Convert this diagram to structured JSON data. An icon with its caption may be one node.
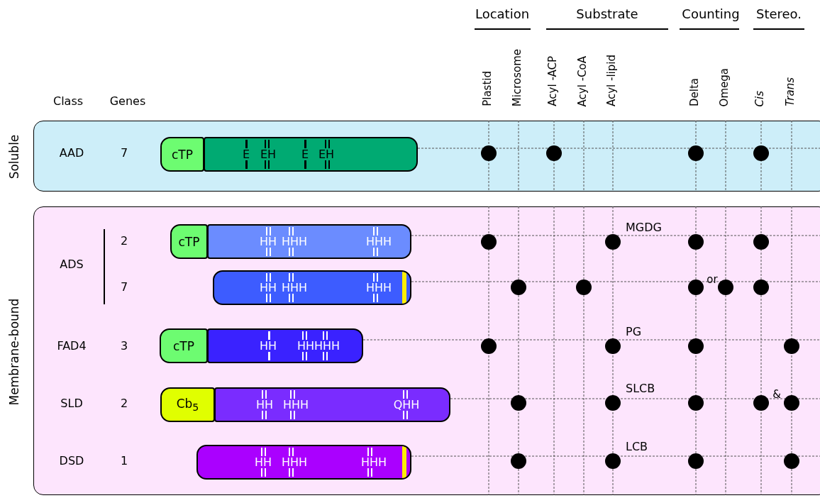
{
  "diagram": {
    "nodes": [
      {
        "text": [
          "Soluble"
        ]
      },
      {
        "text": [
          "cTP"
        ],
        "in": 0
      },
      {
        "text": [
          "E",
          "EH",
          "E",
          "EH"
        ],
        "in": 0
      },
      {
        "text": [],
        "shape": "circle",
        "in": 0
      },
      {
        "text": [],
        "shape": "circle",
        "in": 0
      },
      {
        "text": [],
        "shape": "circle",
        "in": 0
      },
      {
        "text": [],
        "shape": "circle",
        "in": 0
      },
      {
        "text": [
          "Membrane-bound"
        ]
      },
      {
        "text": [
          "cTP"
        ],
        "in": 7
      },
      {
        "text": [
          "HH",
          "HHH",
          "HHH"
        ],
        "in": 7
      },
      {
        "text": [],
        "shape": "circle",
        "in": 7
      },
      {
        "text": [],
        "shape": "circle",
        "in": 7,
        "beside": [
          "MGDG"
        ]
      },
      {
        "text": [],
        "shape": "circle",
        "in": 7
      },
      {
        "text": [],
        "shape": "circle",
        "in": 7
      },
      {
        "text": [
          "HH",
          "HHH",
          "HHH"
        ],
        "in": 7
      },
      {
        "text": [],
        "shape": "circle",
        "in": 7
      },
      {
        "text": [],
        "shape": "circle",
        "in": 7
      },
      {
        "text": [],
        "shape": "circle",
        "in": 7
      },
      {
        "text": [],
        "shape": "circle",
        "in": 7
      },
      {
        "text": [],
        "shape": "circle",
        "in": 7
      },
      {
        "text": [
          "cTP"
        ],
        "in": 7
      },
      {
        "text": [
          "HH",
          "HHHHH"
        ],
        "in": 7
      },
      {
        "text": [],
        "shape": "circle",
        "in": 7
      },
      {
        "text": [],
        "shape": "circle",
        "in": 7,
        "beside": [
          "PG"
        ]
      },
      {
        "text": [],
        "shape": "circle",
        "in": 7
      },
      {
        "text": [],
        "shape": "circle",
        "in": 7
      },
      {
        "text": [
          "Cb$_{5}$"
        ],
        "in": 7
      },
      {
        "text": [
          "HH",
          "HHH",
          "QHH"
        ],
        "in": 7
      },
      {
        "text": [],
        "shape": "circle",
        "in": 7
      },
      {
        "text": [],
        "shape": "circle",
        "in": 7,
        "beside": [
          "SLCB"
        ]
      },
      {
        "text": [],
        "shape": "circle",
        "in": 7
      },
      {
        "text": [],
        "shape": "circle",
        "in": 7
      },
      {
        "text": [],
        "shape": "circle",
        "in": 7
      },
      {
        "text": [
          "HH",
          "HHH",
          "HHH"
        ],
        "in": 7
      },
      {
        "text": [],
        "shape": "circle",
        "in": 7
      },
      {
        "text": [],
        "shape": "circle",
        "in": 7,
        "beside": [
          "LCB"
        ]
      },
      {
        "text": [],
        "shape": "circle",
        "in": 7
      },
      {
        "text": [],
        "shape": "circle",
        "in": 7
      }
    ],
    "labels": [
      "Location",
      "Substrate",
      "Counting",
      "Stereo.",
      "Plastid",
      "Microsome",
      "Acyl -ACP",
      "Acyl -CoA",
      "Acyl -lipid",
      "Delta",
      "Omega",
      "Cis",
      "Trans",
      "Class",
      "Genes",
      "AAD",
      "7",
      "ADS",
      "2",
      "7",
      "or",
      "FAD4",
      "3",
      "SLD",
      "2",
      "&",
      "DSD",
      "1"
    ]
  }
}
